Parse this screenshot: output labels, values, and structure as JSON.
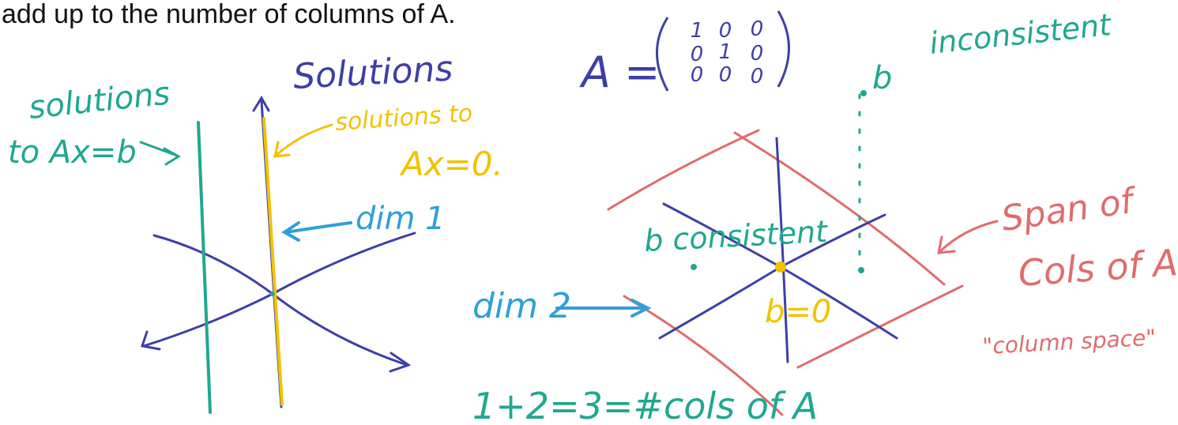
{
  "header_text": "add up to the number of columns of A.",
  "colors": {
    "blue": "#3d3fa6",
    "green": "#1fa88f",
    "yellow": "#f2c200",
    "light_blue": "#2f9fd9",
    "red": "#e06c6c",
    "black": "#111111"
  },
  "left_diagram": {
    "title": "Solutions",
    "label_ax_b_line1": "solutions",
    "label_ax_b_line2": "to Ax=b",
    "label_ax_0_line1": "solutions to",
    "label_ax_0_line2": "Ax=0.",
    "label_dim": "dim 1"
  },
  "matrix": {
    "lhs": "A =",
    "rows": [
      [
        "1",
        "0",
        "0"
      ],
      [
        "0",
        "1",
        "0"
      ],
      [
        "0",
        "0",
        "0"
      ]
    ]
  },
  "right_diagram": {
    "label_inconsistent_b": "b",
    "label_inconsistent": "inconsistent",
    "label_consistent": "b consistent",
    "label_zero": "b=0",
    "label_span_line1": "Span of",
    "label_span_line2": "Cols of A",
    "label_column_space": "\"column space\"",
    "label_dim": "dim 2"
  },
  "bottom_equation": "1+2=3=#cols of A"
}
